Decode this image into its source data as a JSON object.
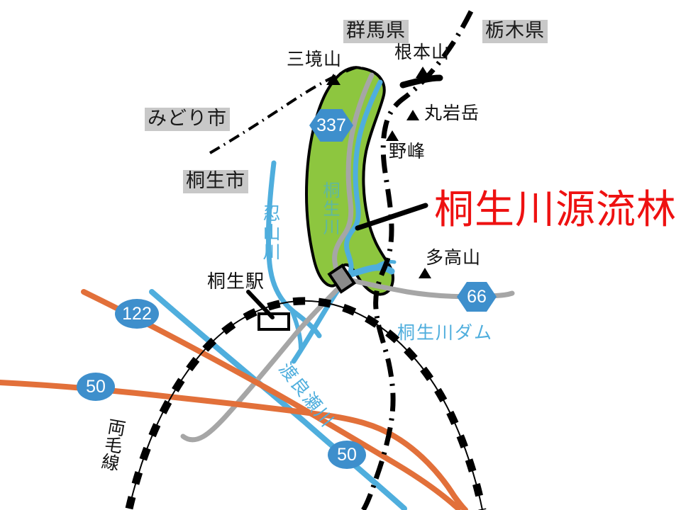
{
  "map": {
    "title": "桐生川源流林",
    "title_color": "#EE1111",
    "background_color": "#FFFFFF",
    "forest_color": "#8DC63F",
    "river_color": "#4FAEDD",
    "national_road_color": "#E2703A",
    "local_road_color": "#A6A6A6",
    "route_badge_color": "#3E8FCC",
    "boundary_color": "#000000",
    "admin_label_bg": "#C8C8C8"
  },
  "admin_labels": [
    {
      "name": "gunma-prefecture",
      "text": "群馬県"
    },
    {
      "name": "tochigi-prefecture",
      "text": "栃木県"
    },
    {
      "name": "midori-city",
      "text": "みどり市"
    },
    {
      "name": "kiryu-city",
      "text": "桐生市"
    }
  ],
  "peaks": [
    {
      "name": "sankaisan",
      "text": "三境山"
    },
    {
      "name": "nemotosan",
      "text": "根本山"
    },
    {
      "name": "maruiwadake",
      "text": "丸岩岳"
    },
    {
      "name": "nomine",
      "text": "野峰"
    },
    {
      "name": "takousan",
      "text": "多高山"
    }
  ],
  "rivers": [
    {
      "name": "kiryu-river",
      "text": "桐生川"
    },
    {
      "name": "oshiyama-river",
      "text": "忍山川"
    },
    {
      "name": "watarase-river",
      "text": "渡良瀬川"
    }
  ],
  "facilities": [
    {
      "name": "kiryu-station",
      "text": "桐生駅"
    },
    {
      "name": "kiryugawa-dam",
      "text": "桐生川ダム"
    }
  ],
  "railways": [
    {
      "name": "ryomo-line",
      "text": "両毛線"
    }
  ],
  "route_markers": [
    {
      "name": "route-337",
      "text": "337",
      "shape": "hexagon",
      "kind": "prefectural"
    },
    {
      "name": "route-66",
      "text": "66",
      "shape": "hexagon",
      "kind": "prefectural"
    },
    {
      "name": "route-122",
      "text": "122",
      "shape": "ellipse",
      "kind": "national"
    },
    {
      "name": "route-50-west",
      "text": "50",
      "shape": "ellipse",
      "kind": "national"
    },
    {
      "name": "route-50-south",
      "text": "50",
      "shape": "ellipse",
      "kind": "national"
    }
  ]
}
